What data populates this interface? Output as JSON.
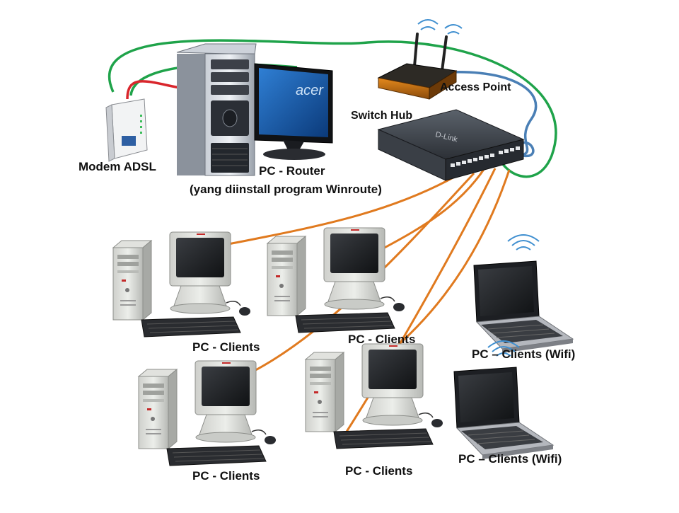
{
  "labels": {
    "modem": "Modem ADSL",
    "router": "PC - Router",
    "router_sub": "(yang diinstall program Winroute)",
    "switch": "Switch Hub",
    "access_point": "Access Point",
    "client1": "PC - Clients",
    "client2": "PC - Clients",
    "client3": "PC - Clients",
    "client4": "PC - Clients",
    "wifi1": "PC – Clients (Wifi)",
    "wifi2": "PC – Clients (Wifi)"
  },
  "brands": {
    "monitor": "acer",
    "switch": "D-Link"
  },
  "colors": {
    "green_cable": "#1fa34a",
    "red_cable": "#d9262c",
    "blue_cable": "#4a7fb5",
    "orange_cable": "#e07a1f"
  }
}
